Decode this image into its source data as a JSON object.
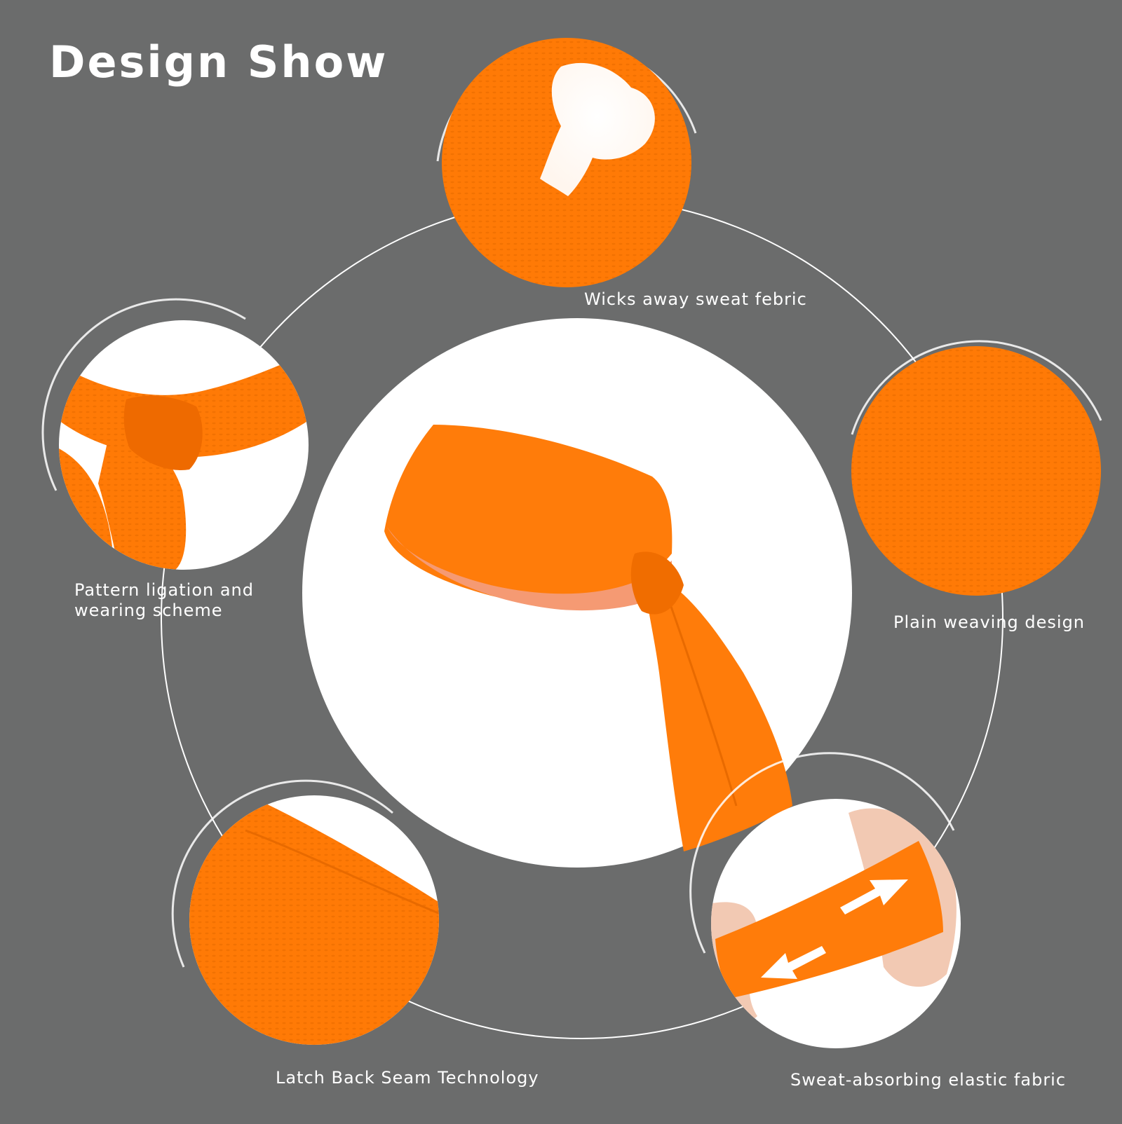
{
  "title": "Design Show",
  "features": {
    "top": "Wicks away sweat febric",
    "left": "Pattern ligation and wearing scheme",
    "right": "Plain weaving design",
    "bottom_left": "Latch Back Seam Technology",
    "bottom_right": "Sweat-absorbing elastic fabric"
  },
  "colors": {
    "background": "#6b6c6c",
    "product_orange": "#ff7a06",
    "ring": "#ffffff"
  },
  "icons": {
    "arrows": "double-arrow-icon",
    "sweat": "water-drop-icon"
  }
}
